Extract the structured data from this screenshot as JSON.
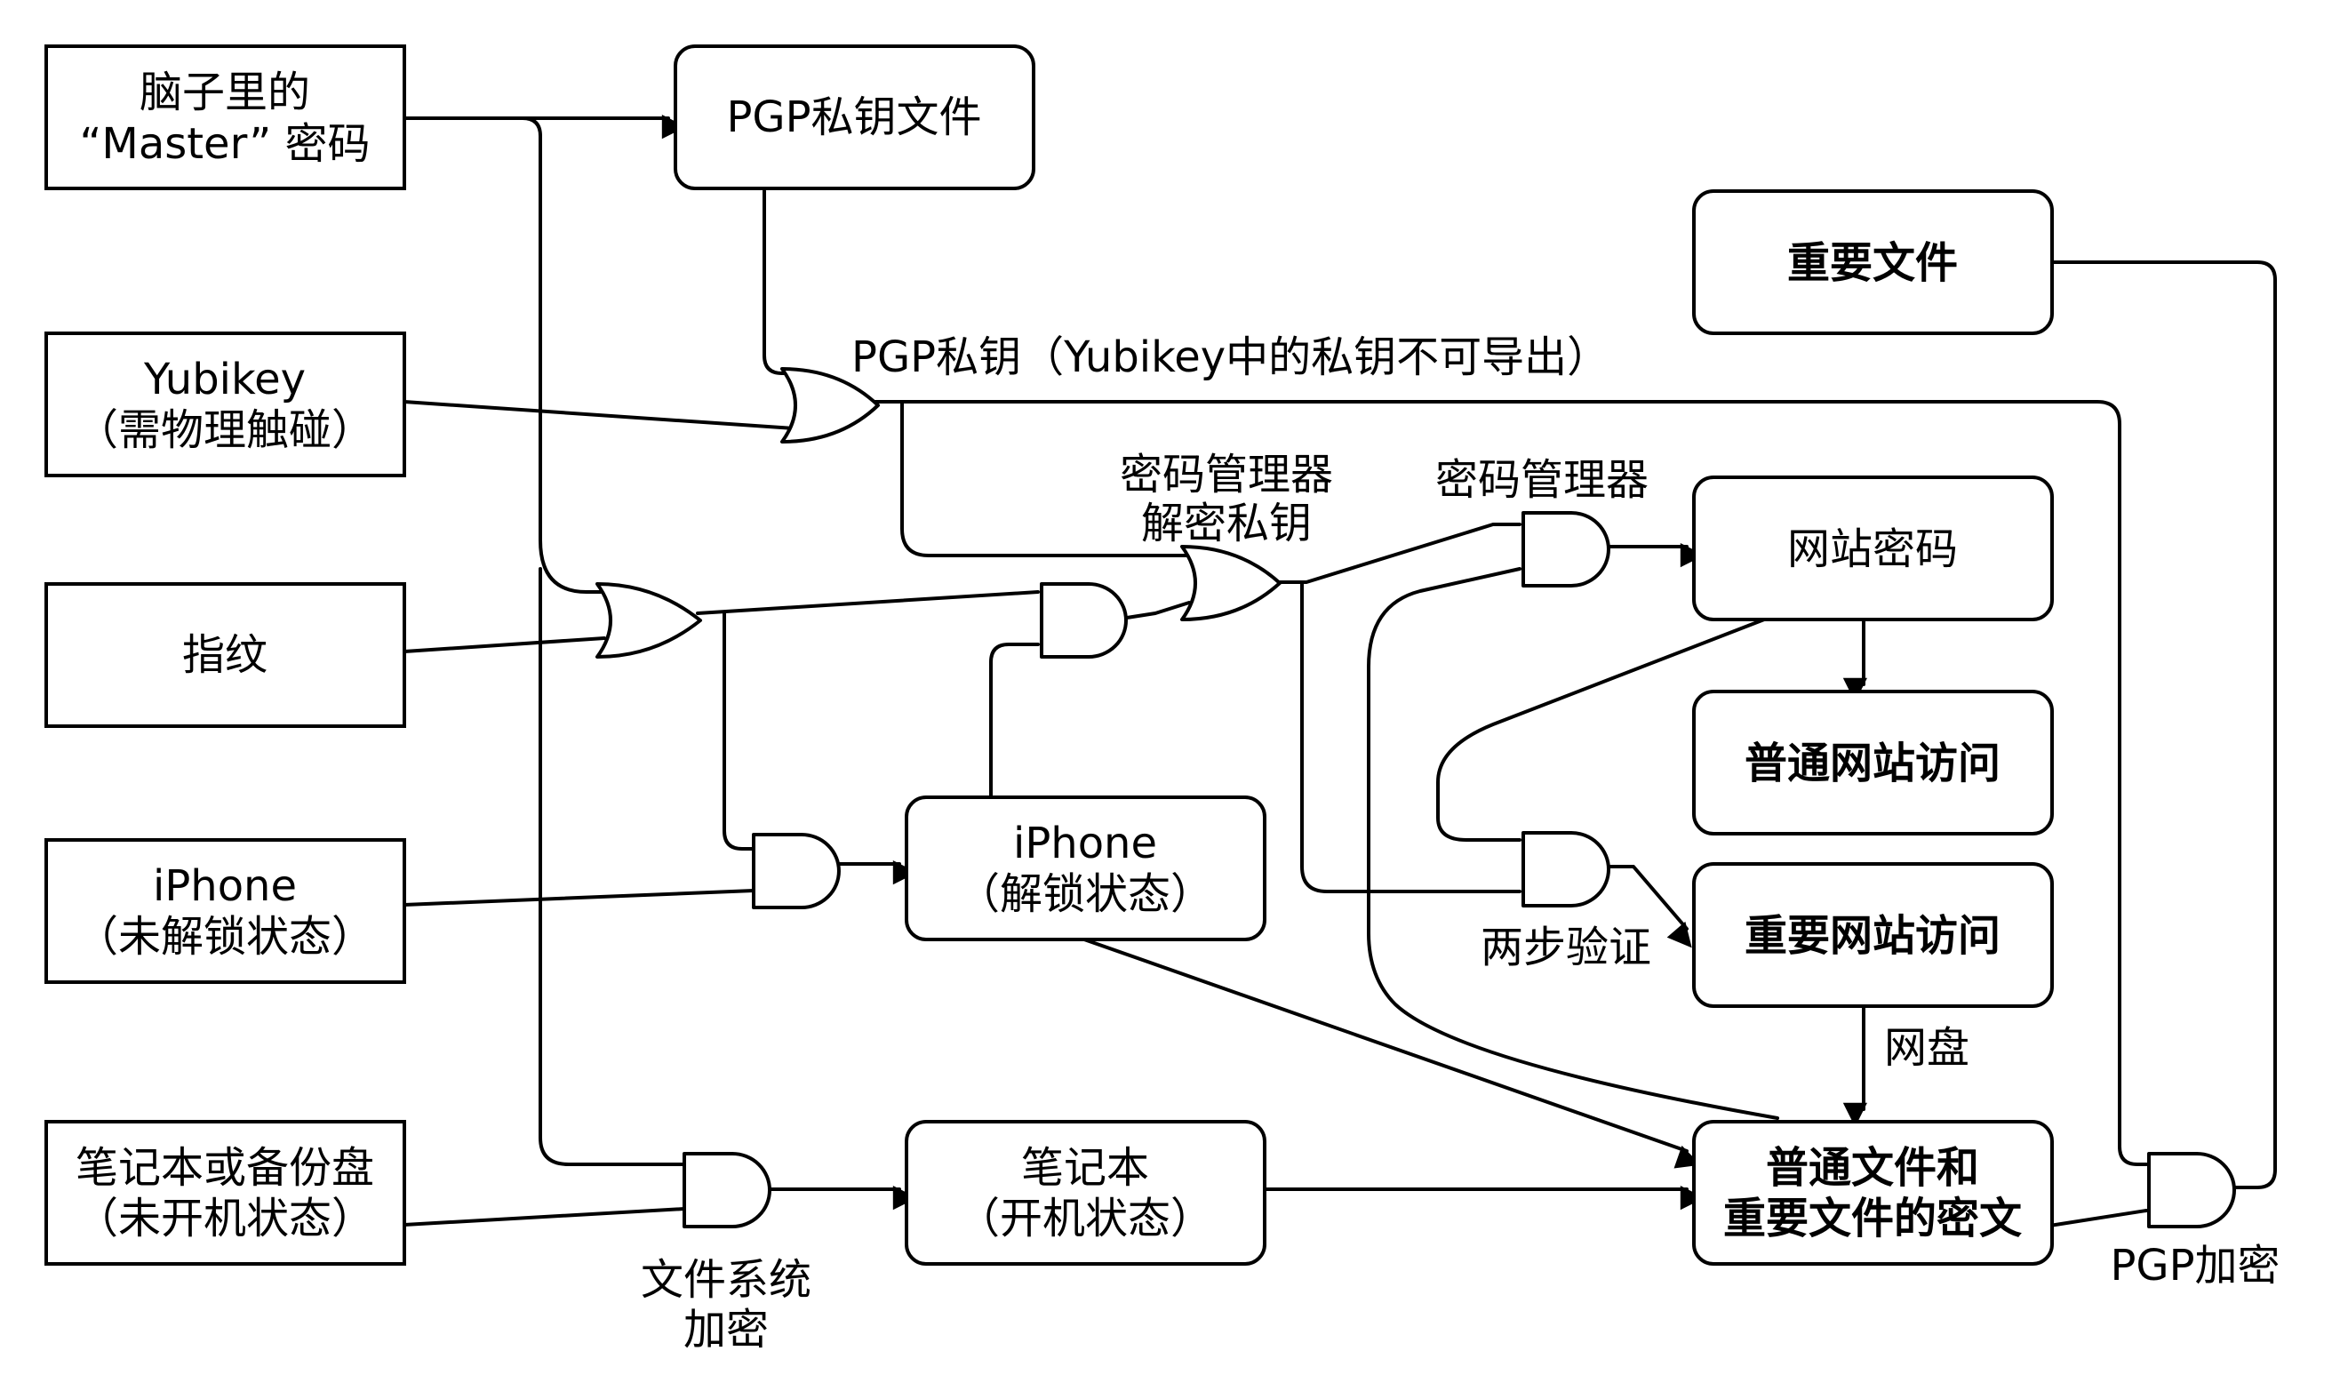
{
  "nodes": {
    "master_password": [
      "脑子里的",
      "“Master” 密码"
    ],
    "yubikey": [
      "Yubikey",
      "（需物理触碰）"
    ],
    "fingerprint": [
      "指纹"
    ],
    "iphone_locked": [
      "iPhone",
      "（未解锁状态）"
    ],
    "notebook_off": [
      "笔记本或备份盘",
      "（未开机状态）"
    ],
    "pgp_private_key_file": [
      "PGP私钥文件"
    ],
    "iphone_unlocked": [
      "iPhone",
      "（解锁状态）"
    ],
    "notebook_on": [
      "笔记本",
      "（开机状态）"
    ],
    "important_files": [
      "重要文件"
    ],
    "website_passwords": [
      "网站密码"
    ],
    "normal_site_access": [
      "普通网站访问"
    ],
    "important_site_access": [
      "重要网站访问"
    ],
    "ciphertext_files": [
      "普通文件和",
      "重要文件的密文"
    ]
  },
  "labels": {
    "pgp_private_key": "PGP私钥（Yubikey中的私钥不可导出）",
    "pm_decrypt_key": [
      "密码管理器",
      "解密私钥"
    ],
    "password_manager": "密码管理器",
    "two_step": "两步验证",
    "netdisk": "网盘",
    "fs_encryption": [
      "文件系统",
      "加密"
    ],
    "pgp_encrypt": "PGP加密"
  },
  "icons": {
    "and_gate": "and-gate-icon",
    "or_gate": "or-gate-icon",
    "arrow": "arrowhead-icon"
  },
  "colors": {
    "stroke": "#000000",
    "fill": "#ffffff"
  }
}
